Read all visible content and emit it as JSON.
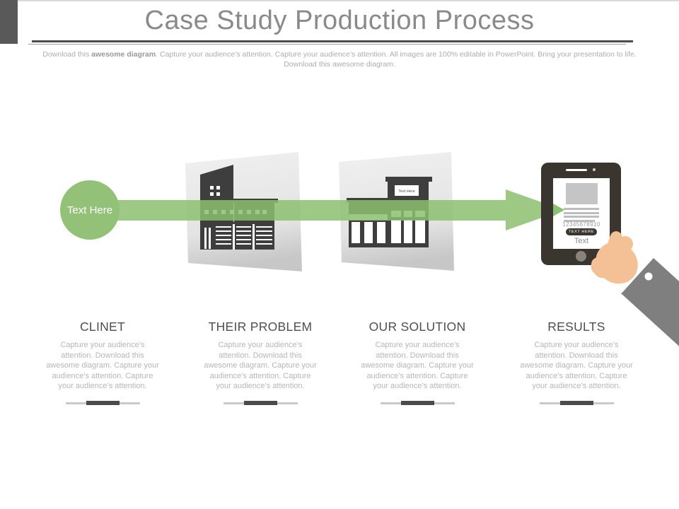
{
  "slide": {
    "title": "Case Study Production Process",
    "subtitle": {
      "pre": "Download this ",
      "bold": "awesome diagram",
      "post": ". Capture your audience’s attention. Capture your audience’s attention. All images are 100% editable in PowerPoint. Bring your presentation to life. Download this awesome diagram."
    }
  },
  "diagram": {
    "circle_label": "Text Here",
    "storefront_sign": "Text Here",
    "tablet": {
      "number": "12345678910",
      "button_label": "TEXT HERE",
      "caption": "Text"
    }
  },
  "columns": [
    {
      "heading": "CLINET",
      "body": "Capture your audience’s attention. Download this awesome diagram. Capture your audience’s attention. Capture your audience’s attention."
    },
    {
      "heading": "THEIR PROBLEM",
      "body": "Capture your audience’s attention. Download this awesome diagram. Capture your audience’s attention. Capture your audience’s attention."
    },
    {
      "heading": "OUR SOLUTION",
      "body": "Capture your audience’s attention. Download this awesome diagram. Capture your audience’s attention. Capture your audience’s attention."
    },
    {
      "heading": "RESULTS",
      "body": "Capture your audience’s attention. Download this awesome diagram. Capture your audience’s attention. Capture your audience’s attention."
    }
  ],
  "colors": {
    "green": "#8fc073",
    "building_dark": "#3f3e3e",
    "accent_gray": "#595959",
    "skin": "#f4c197",
    "arm_gray": "#7f7f7f",
    "tablet_body": "#3a352f"
  }
}
